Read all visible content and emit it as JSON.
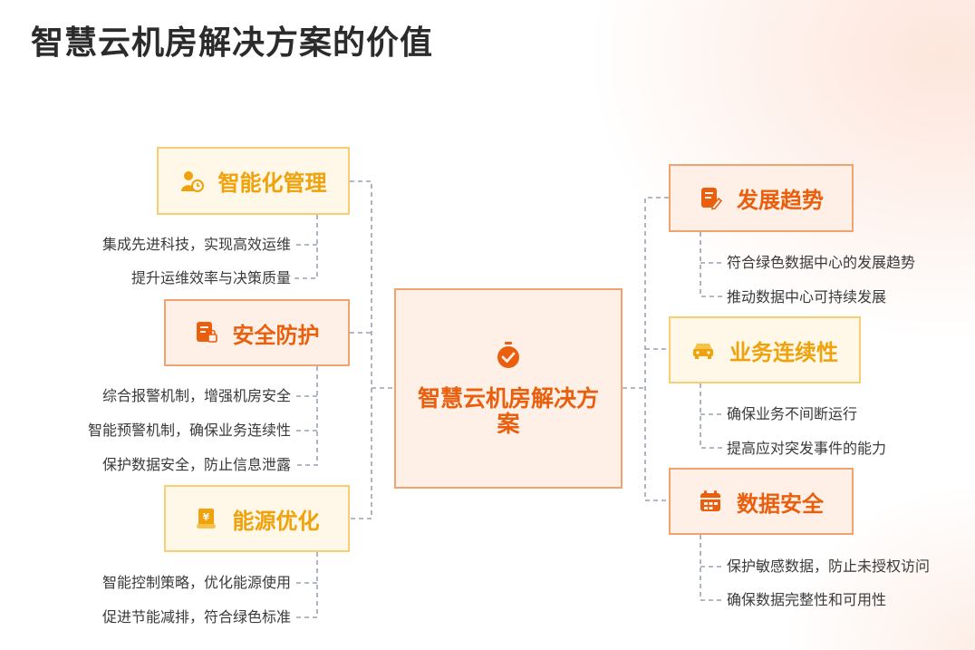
{
  "title": "智慧云机房解决方案的价值",
  "center": {
    "label": "智慧云机房解决方案",
    "icon": "stopwatch-check-icon"
  },
  "left_nodes": [
    {
      "label": "智能化管理",
      "icon": "person-clock-icon",
      "style": "yellow",
      "items": [
        "集成先进科技，实现高效运维",
        "提升运维效率与决策质量"
      ]
    },
    {
      "label": "安全防护",
      "icon": "document-lock-icon",
      "style": "orange",
      "items": [
        "综合报警机制，增强机房安全",
        "智能预警机制，确保业务连续性",
        "保护数据安全，防止信息泄露"
      ]
    },
    {
      "label": "能源优化",
      "icon": "yuan-scroll-icon",
      "style": "yellow",
      "items": [
        "智能控制策略，优化能源使用",
        "促进节能减排，符合绿色标准"
      ]
    }
  ],
  "right_nodes": [
    {
      "label": "发展趋势",
      "icon": "document-pen-icon",
      "style": "orange",
      "items": [
        "符合绿色数据中心的发展趋势",
        "推动数据中心可持续发展"
      ]
    },
    {
      "label": "业务连续性",
      "icon": "car-icon",
      "style": "yellow",
      "items": [
        "确保业务不间断运行",
        "提高应对突发事件的能力"
      ]
    },
    {
      "label": "数据安全",
      "icon": "calendar-icon",
      "style": "orange",
      "items": [
        "保护敏感数据，防止未授权访问",
        "确保数据完整性和可用性"
      ]
    }
  ],
  "colors": {
    "yellow_accent": "#f0a20c",
    "orange_accent": "#ea5f0e",
    "connector": "#9aa1b0"
  }
}
